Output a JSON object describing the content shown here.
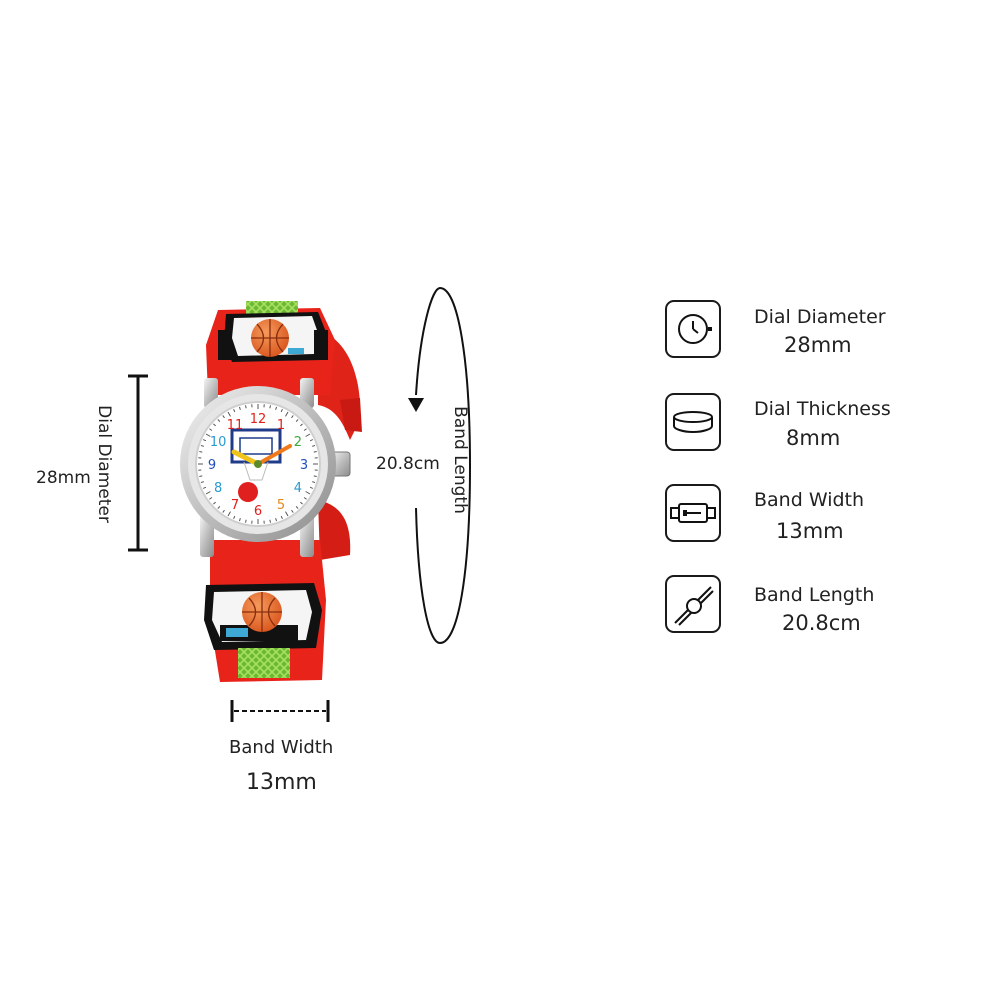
{
  "dimensions": {
    "dial_diameter_label": "Dial Diameter",
    "dial_diameter_value": "28mm",
    "band_length_label": "Band Length",
    "band_length_value": "20.8cm",
    "band_width_label": "Band Width",
    "band_width_value": "13mm"
  },
  "dial_numbers": [
    "12",
    "1",
    "2",
    "3",
    "4",
    "5",
    "6",
    "7",
    "8",
    "9",
    "10",
    "11"
  ],
  "specs": [
    {
      "icon": "watch-icon",
      "label": "Dial Diameter",
      "value": "28mm"
    },
    {
      "icon": "dial-thickness-icon",
      "label": "Dial Thickness",
      "value": "8mm"
    },
    {
      "icon": "band-buckle-icon",
      "label": "Band Width",
      "value": "13mm"
    },
    {
      "icon": "band-length-icon",
      "label": "Band Length",
      "value": "20.8cm"
    }
  ],
  "colors": {
    "band_red": "#e8231a",
    "band_dark": "#c01a12",
    "basketball": "#e86a2c",
    "net_green": "#7bc63a",
    "case_silver": "#c9c9c9"
  }
}
